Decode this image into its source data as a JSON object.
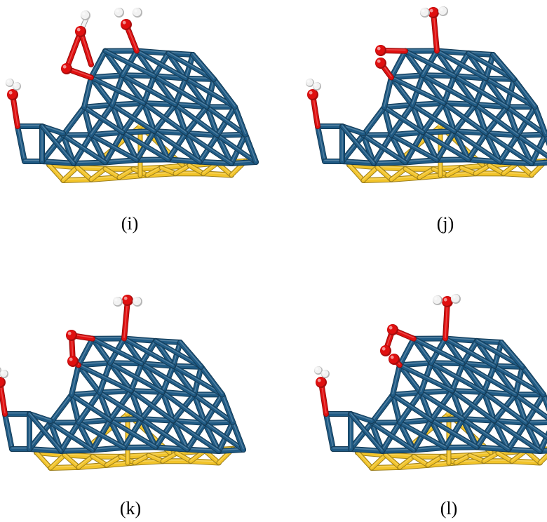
{
  "figure": {
    "panels": [
      {
        "id": "i",
        "caption": "(i)"
      },
      {
        "id": "j",
        "caption": "(j)"
      },
      {
        "id": "k",
        "caption": "(k)"
      },
      {
        "id": "l",
        "caption": "(l)"
      }
    ]
  },
  "colors": {
    "metal_bond": "#1f5a84",
    "support_bond": "#f2c42a",
    "oxygen": "#e01010",
    "hydrogen": "#f2f2f2"
  }
}
